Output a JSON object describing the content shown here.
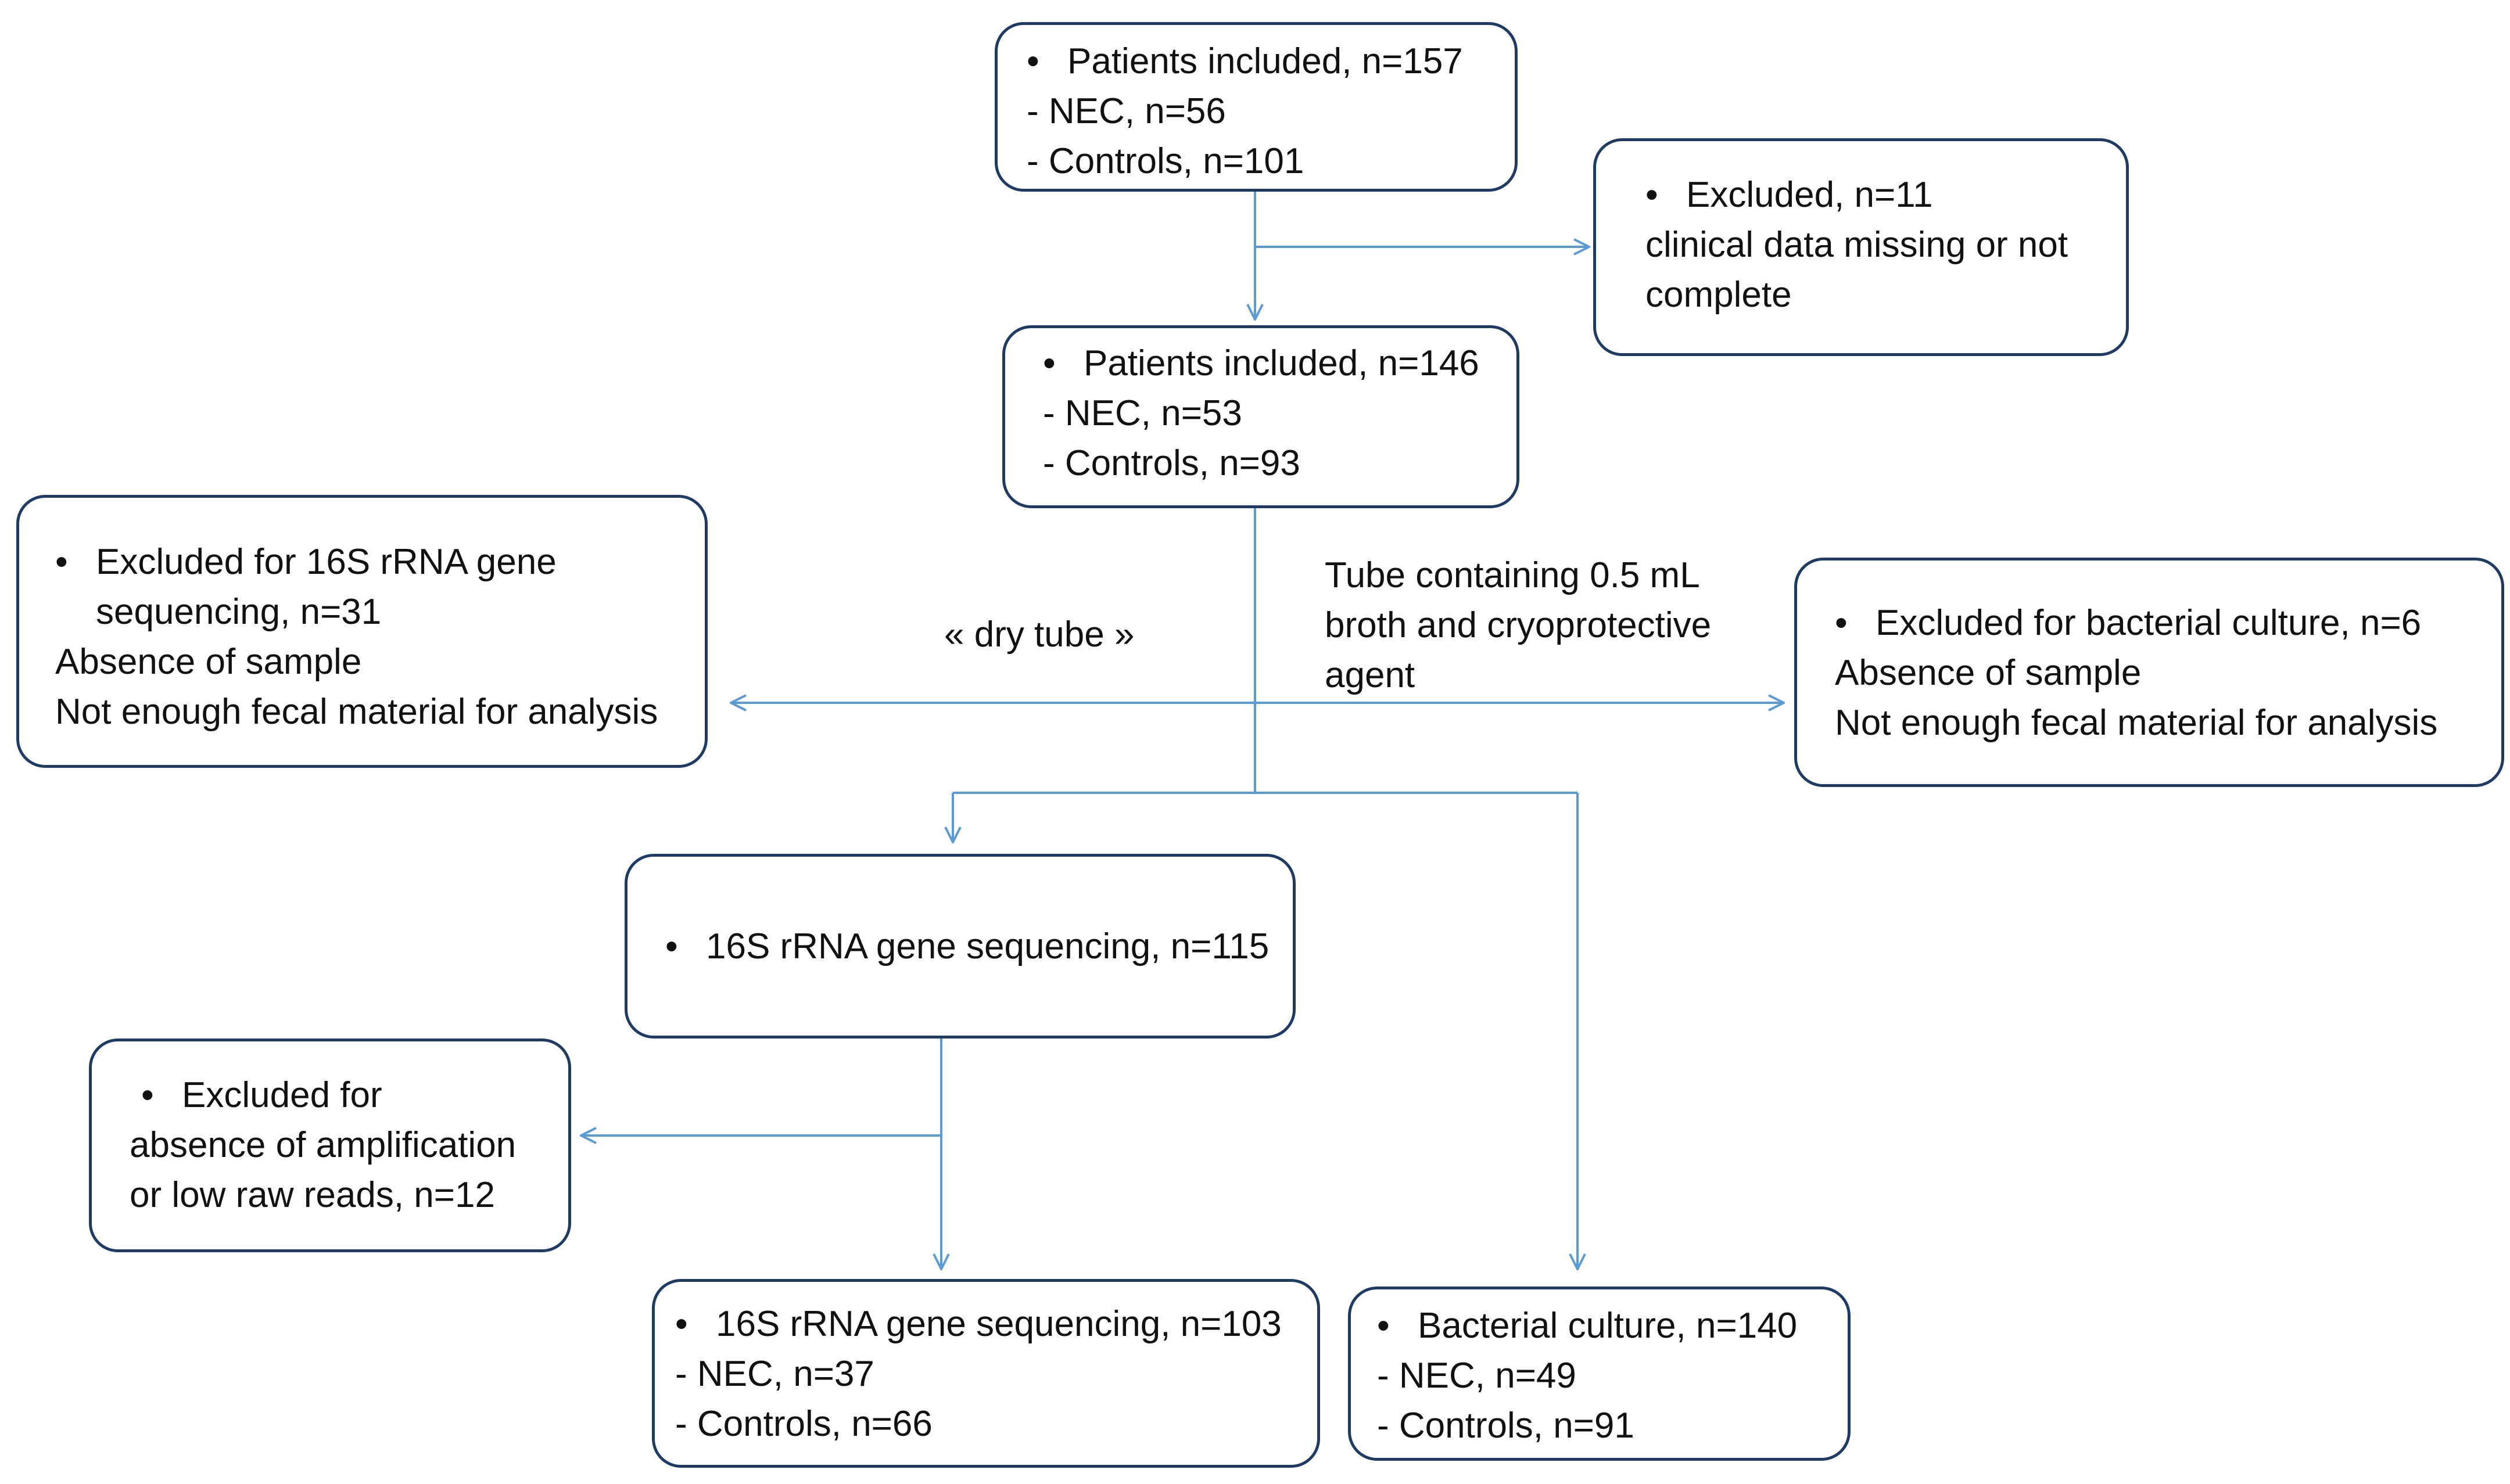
{
  "boxes": {
    "patients_157": {
      "title": "Patients included, n=157",
      "line2": "- NEC, n=56",
      "line3": "- Controls, n=101"
    },
    "excluded_11": {
      "title": "Excluded, n=11",
      "line2": "clinical data missing or not",
      "line3": "complete"
    },
    "patients_146": {
      "title": "Patients included, n=146",
      "line2": "- NEC, n=53",
      "line3": "- Controls, n=93"
    },
    "excluded_16s": {
      "title": "Excluded for 16S rRNA gene",
      "title_cont": "sequencing, n=31",
      "line2": "Absence of sample",
      "line3": "Not enough fecal material for analysis"
    },
    "excluded_culture": {
      "title": "Excluded for bacterial culture, n=6",
      "line2": "Absence of sample",
      "line3": "Not enough fecal material for analysis"
    },
    "seq_115": {
      "title": "16S rRNA gene sequencing, n=115"
    },
    "excluded_12": {
      "title": "Excluded for",
      "line2": "absence of amplification",
      "line3": "or low raw reads, n=12"
    },
    "seq_103": {
      "title": "16S rRNA gene sequencing, n=103",
      "line2": "- NEC, n=37",
      "line3": "- Controls, n=66"
    },
    "culture_140": {
      "title": "Bacterial culture, n=140",
      "line2": "- NEC, n=49",
      "line3": "- Controls, n=91"
    }
  },
  "labels": {
    "dry_tube": "« dry tube »",
    "tube_line1": "Tube containing 0.5 mL",
    "tube_line2": "broth and cryoprotective",
    "tube_line3": "agent"
  },
  "colors": {
    "box_border": "#1f3b63",
    "arrow": "#5b9bd5"
  }
}
